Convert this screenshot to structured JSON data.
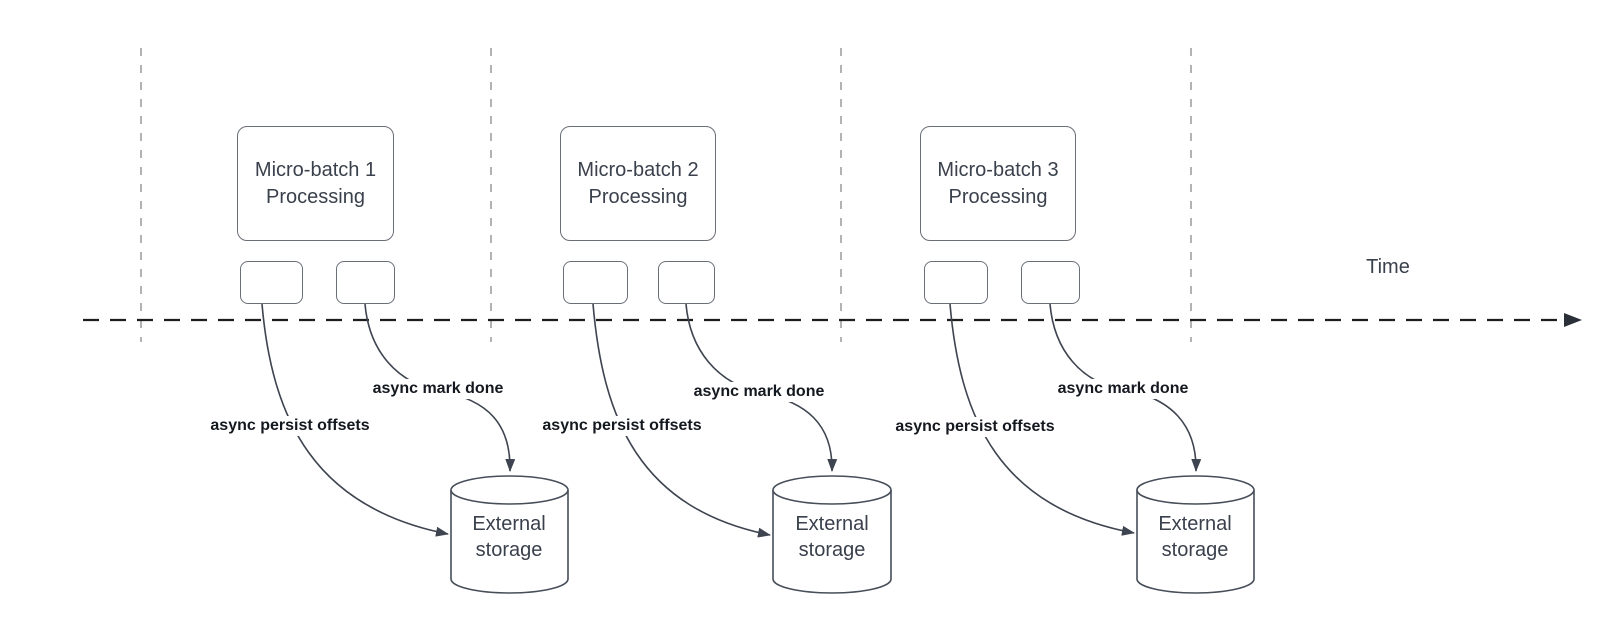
{
  "diagram": {
    "time_axis_label": "Time",
    "sections": [
      {
        "batch_title": "Micro-batch 1\nProcessing",
        "persist_arrow_label": "async persist offsets",
        "done_arrow_label": "async mark done",
        "storage_title": "External\nstorage"
      },
      {
        "batch_title": "Micro-batch 2\nProcessing",
        "persist_arrow_label": "async persist offsets",
        "done_arrow_label": "async mark done",
        "storage_title": "External\nstorage"
      },
      {
        "batch_title": "Micro-batch 3\nProcessing",
        "persist_arrow_label": "async persist offsets",
        "done_arrow_label": "async mark done",
        "storage_title": "External\nstorage"
      }
    ],
    "colors": {
      "arrow": "#3e4450",
      "timeline": "#1d1d1d",
      "guideline": "#b3b3b3",
      "shape_border": "#6a6f76",
      "shape_text": "#3a414c",
      "arrow_label_text": "#14181f",
      "background": "#ffffff"
    }
  }
}
